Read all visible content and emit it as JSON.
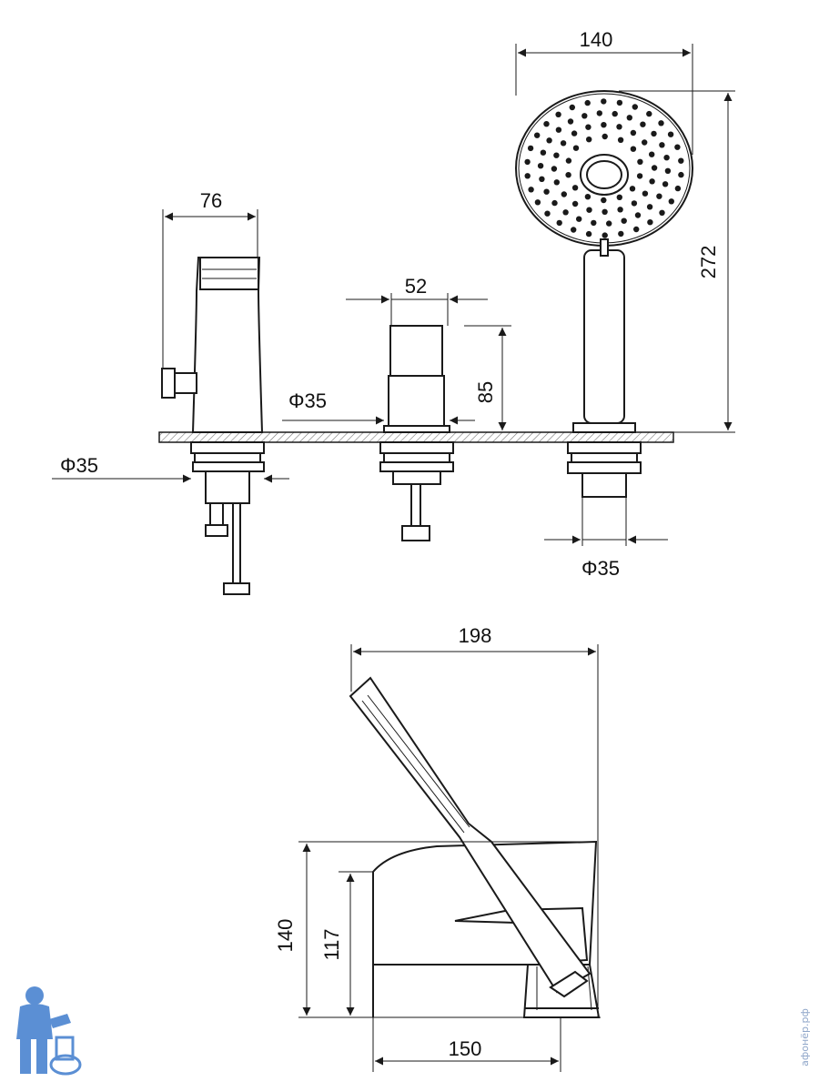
{
  "drawing": {
    "colors": {
      "line": "#1a1a1a",
      "deck": "#bdbdbd",
      "watermark": "#8fa6c9",
      "mascot": "#5b8fd4"
    },
    "dimensions": {
      "shower_head_width": "140",
      "shower_height": "272",
      "spout_width": "76",
      "valve_width": "52",
      "valve_height": "85",
      "valve_hole": "Φ35",
      "spout_hole": "Φ35",
      "shower_hole": "Φ35",
      "side_total_width": "198",
      "side_height": "140",
      "side_spout_height": "117",
      "side_depth": "150"
    },
    "watermark": "афонёр.рф",
    "logo": "plumber-mascot"
  }
}
